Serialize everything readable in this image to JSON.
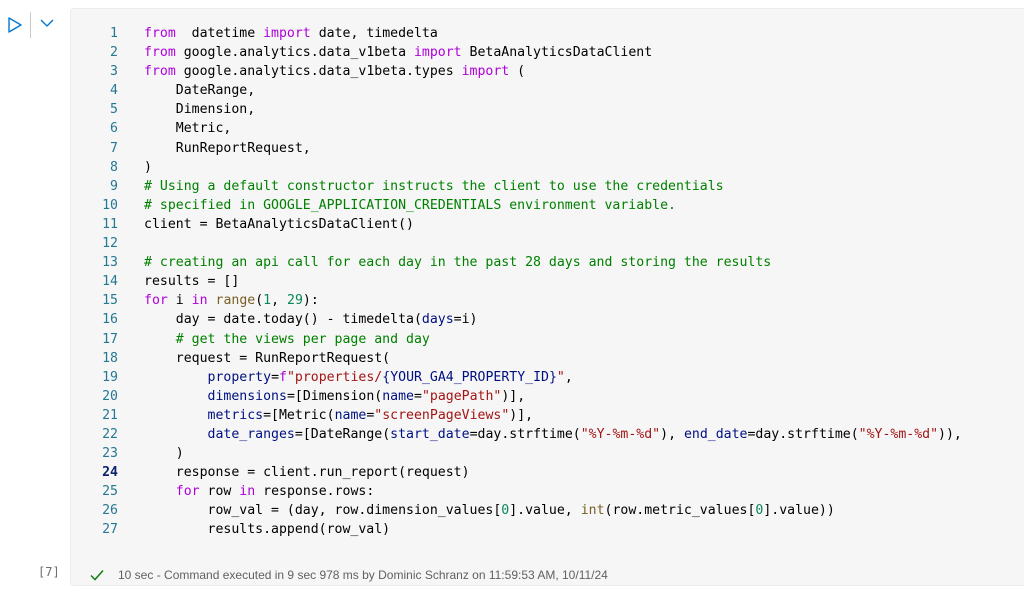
{
  "cell": {
    "execution_count": "[7]",
    "status": {
      "duration": "10 sec",
      "separator": " - ",
      "message": "Command executed in 9 sec 978 ms by Dominic Schranz on 11:59:53 AM, 10/11/24"
    },
    "active_line": 24,
    "code_lines": [
      [
        [
          "kw",
          "from"
        ],
        [
          "",
          "  datetime "
        ],
        [
          "kw",
          "import"
        ],
        [
          "",
          " date, timedelta"
        ]
      ],
      [
        [
          "kw",
          "from"
        ],
        [
          "",
          " google.analytics.data_v1beta "
        ],
        [
          "kw",
          "import"
        ],
        [
          "",
          " BetaAnalyticsDataClient"
        ]
      ],
      [
        [
          "kw",
          "from"
        ],
        [
          "",
          " google.analytics.data_v1beta.types "
        ],
        [
          "kw",
          "import"
        ],
        [
          "",
          " ("
        ]
      ],
      [
        [
          "",
          "    DateRange,"
        ]
      ],
      [
        [
          "",
          "    Dimension,"
        ]
      ],
      [
        [
          "",
          "    Metric,"
        ]
      ],
      [
        [
          "",
          "    RunReportRequest,"
        ]
      ],
      [
        [
          "",
          ")"
        ]
      ],
      [
        [
          "cm",
          "# Using a default constructor instructs the client to use the credentials"
        ]
      ],
      [
        [
          "cm",
          "# specified in GOOGLE_APPLICATION_CREDENTIALS environment variable."
        ]
      ],
      [
        [
          "",
          "client = BetaAnalyticsDataClient()"
        ]
      ],
      [],
      [
        [
          "cm",
          "# creating an api call for each day in the past 28 days and storing the results"
        ]
      ],
      [
        [
          "",
          "results = []"
        ]
      ],
      [
        [
          "kw",
          "for"
        ],
        [
          "",
          " i "
        ],
        [
          "kw",
          "in"
        ],
        [
          "",
          " "
        ],
        [
          "bi",
          "range"
        ],
        [
          "",
          "("
        ],
        [
          "num",
          "1"
        ],
        [
          "",
          ", "
        ],
        [
          "num",
          "29"
        ],
        [
          "",
          "):"
        ]
      ],
      [
        [
          "",
          "    day = date.today() - timedelta("
        ],
        [
          "par",
          "days"
        ],
        [
          "",
          "=i)"
        ]
      ],
      [
        [
          "cm",
          "    # get the views per page and day"
        ]
      ],
      [
        [
          "",
          "    request = RunReportRequest("
        ]
      ],
      [
        [
          "",
          "        "
        ],
        [
          "par",
          "property"
        ],
        [
          "",
          "="
        ],
        [
          "kw",
          "f"
        ],
        [
          "str",
          "\"properties/"
        ],
        [
          "par",
          "{YOUR_GA4_PROPERTY_ID}"
        ],
        [
          "str",
          "\""
        ],
        [
          "",
          ","
        ]
      ],
      [
        [
          "",
          "        "
        ],
        [
          "par",
          "dimensions"
        ],
        [
          "",
          "=[Dimension("
        ],
        [
          "par",
          "name"
        ],
        [
          "",
          "="
        ],
        [
          "str",
          "\"pagePath\""
        ],
        [
          "",
          ")],"
        ]
      ],
      [
        [
          "",
          "        "
        ],
        [
          "par",
          "metrics"
        ],
        [
          "",
          "=[Metric("
        ],
        [
          "par",
          "name"
        ],
        [
          "",
          "="
        ],
        [
          "str",
          "\"screenPageViews\""
        ],
        [
          "",
          ")],"
        ]
      ],
      [
        [
          "",
          "        "
        ],
        [
          "par",
          "date_ranges"
        ],
        [
          "",
          "=[DateRange("
        ],
        [
          "par",
          "start_date"
        ],
        [
          "",
          "=day.strftime("
        ],
        [
          "str",
          "\"%Y-%m-%d\""
        ],
        [
          "",
          "), "
        ],
        [
          "par",
          "end_date"
        ],
        [
          "",
          "=day.strftime("
        ],
        [
          "str",
          "\"%Y-%m-%d\""
        ],
        [
          "",
          ")),"
        ]
      ],
      [
        [
          "",
          "    )"
        ]
      ],
      [
        [
          "",
          "    response = client.run_report(request)"
        ]
      ],
      [
        [
          "",
          "    "
        ],
        [
          "kw",
          "for"
        ],
        [
          "",
          " row "
        ],
        [
          "kw",
          "in"
        ],
        [
          "",
          " response.rows:"
        ]
      ],
      [
        [
          "",
          "        row_val = (day, row.dimension_values["
        ],
        [
          "num",
          "0"
        ],
        [
          "",
          "].value, "
        ],
        [
          "bi",
          "int"
        ],
        [
          "",
          "(row.metric_values["
        ],
        [
          "num",
          "0"
        ],
        [
          "",
          "].value))"
        ]
      ],
      [
        [
          "",
          "        results.append(row_val)"
        ]
      ]
    ]
  },
  "icons": {
    "run": "run-icon",
    "collapse": "chevron-down-icon",
    "success": "check-icon"
  },
  "colors": {
    "keyword": "#af00db",
    "string": "#a31515",
    "comment": "#008000",
    "parameter": "#001080",
    "number": "#098658",
    "builtin": "#795e26",
    "line_number": "#237893",
    "run_accent": "#0078d4",
    "success": "#107c10"
  }
}
